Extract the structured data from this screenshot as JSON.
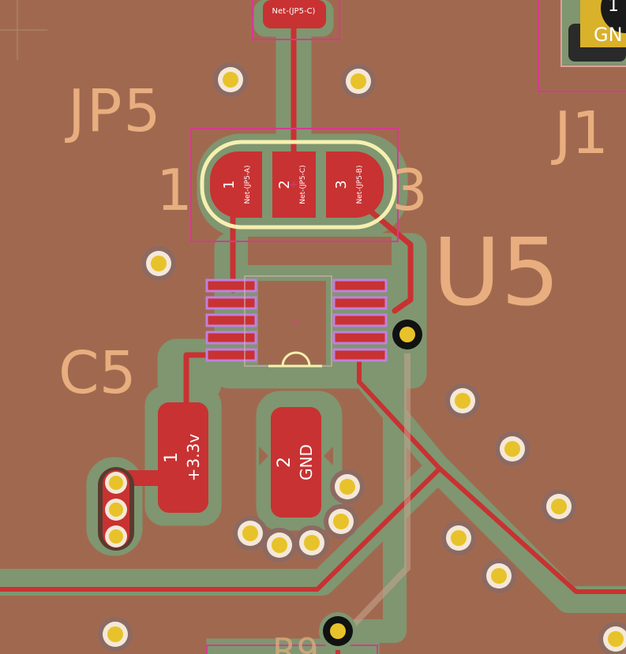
{
  "colors": {
    "board": "#a0694f",
    "clearance": "#7f9670",
    "copper": "#c83232",
    "silkscreen": "#e8ae7f",
    "courtyard": "#d63a8e",
    "via_ring": "#8c6a63",
    "drill": "#e8c22a",
    "keepout": "#f6f0b0",
    "pad_outline": "#c080e0",
    "connector_pad": "#d9b12a"
  },
  "designators": {
    "jp5": "JP5",
    "u5": "U5",
    "c5": "C5",
    "j1": "J1",
    "r9": "R9"
  },
  "jp5_pin_numbers": {
    "left": "1",
    "right": "3"
  },
  "jp5_pads": [
    {
      "number": "1",
      "net": "Net-(JP5-A)"
    },
    {
      "number": "2",
      "net": "Net-(JP5-C)"
    },
    {
      "number": "3",
      "net": "Net-(JP5-B)"
    }
  ],
  "top_pad_net": "Net-(JP5-C)",
  "c5_pads": [
    {
      "number": "1",
      "net": "+3.3v"
    },
    {
      "number": "2",
      "net": "GND"
    }
  ],
  "j1_pad_text": {
    "number": "1",
    "net": "GN"
  }
}
